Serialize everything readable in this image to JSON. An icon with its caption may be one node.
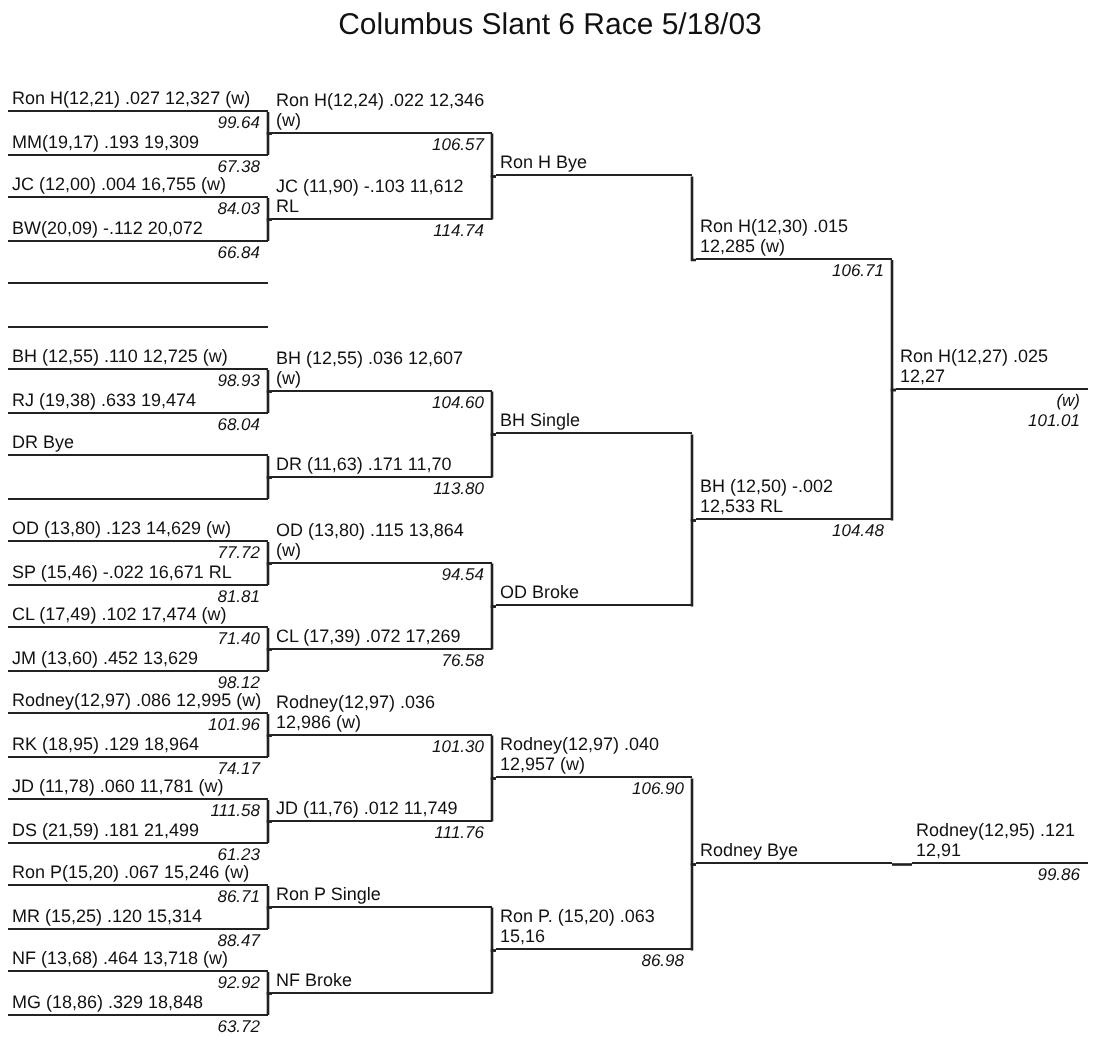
{
  "diagram": {
    "title": "Columbus Slant 6 Race 5/18/03",
    "nodes": [
      {
        "text": [
          "Ron H(12,21) .027 12,327 (w)"
        ],
        "beside": [
          "99.64"
        ]
      },
      {
        "text": [
          "MM(19,17) .193 19,309"
        ],
        "beside": [
          "67.38"
        ]
      },
      {
        "text": [
          "JC (12,00) .004 16,755 (w)"
        ],
        "beside": [
          "84.03"
        ]
      },
      {
        "text": [
          "BW(20,09) -.112 20,072"
        ],
        "beside": [
          "66.84"
        ]
      },
      {
        "text": [],
        "shape": "bar"
      },
      {
        "text": [],
        "shape": "bar"
      },
      {
        "text": [
          "BH (12,55) .110 12,725 (w)"
        ],
        "beside": [
          "98.93"
        ]
      },
      {
        "text": [
          "RJ (19,38) .633 19,474"
        ],
        "beside": [
          "68.04"
        ]
      },
      {
        "text": [
          "DR Bye"
        ]
      },
      {
        "text": [],
        "shape": "bar"
      },
      {
        "text": [
          "OD (13,80) .123 14,629 (w)"
        ],
        "beside": [
          "77.72"
        ]
      },
      {
        "text": [
          "SP (15,46) -.022 16,671 RL"
        ],
        "beside": [
          "81.81"
        ]
      },
      {
        "text": [
          "CL (17,49) .102 17,474 (w)"
        ],
        "beside": [
          "71.40"
        ]
      },
      {
        "text": [
          "JM (13,60) .452 13,629"
        ],
        "beside": [
          "98.12"
        ]
      },
      {
        "text": [
          "Rodney(12,97) .086 12,995 (w)"
        ],
        "beside": [
          "101.96"
        ]
      },
      {
        "text": [
          "RK (18,95) .129 18,964"
        ],
        "beside": [
          "74.17"
        ]
      },
      {
        "text": [
          "JD (11,78) .060 11,781 (w)"
        ],
        "beside": [
          "111.58"
        ]
      },
      {
        "text": [
          "DS (21,59) .181 21,499"
        ],
        "beside": [
          "61.23"
        ]
      },
      {
        "text": [
          "Ron P(15,20) .067 15,246 (w)"
        ],
        "beside": [
          "86.71"
        ]
      },
      {
        "text": [
          "MR (15,25) .120 15,314"
        ],
        "beside": [
          "88.47"
        ]
      },
      {
        "text": [
          "NF (13,68) .464 13,718 (w)"
        ],
        "beside": [
          "92.92"
        ]
      },
      {
        "text": [
          "MG (18,86) .329 18,848"
        ],
        "beside": [
          "63.72"
        ]
      },
      {
        "text": [
          "Ron H(12,24) .022 12,346 (w)"
        ],
        "beside": [
          "106.57"
        ]
      },
      {
        "text": [
          "JC (11,90) -.103 11,612 RL"
        ],
        "beside": [
          "114.74"
        ]
      },
      {
        "text": [
          "BH (12,55) .036 12,607 (w)"
        ],
        "beside": [
          "104.60"
        ]
      },
      {
        "text": [
          "DR (11,63) .171 11,70"
        ],
        "beside": [
          "113.80"
        ]
      },
      {
        "text": [
          "OD (13,80) .115 13,864 (w)"
        ],
        "beside": [
          "94.54"
        ]
      },
      {
        "text": [
          "CL (17,39) .072 17,269"
        ],
        "beside": [
          "76.58"
        ]
      },
      {
        "text": [
          "Rodney(12,97) .036 12,986 (w)"
        ],
        "beside": [
          "101.30"
        ]
      },
      {
        "text": [
          "JD (11,76) .012 11,749"
        ],
        "beside": [
          "111.76"
        ]
      },
      {
        "text": [
          "Ron P Single"
        ]
      },
      {
        "text": [
          "NF Broke"
        ]
      },
      {
        "text": [
          "Ron H Bye"
        ]
      },
      {
        "text": [
          "BH Single"
        ]
      },
      {
        "text": [
          "OD Broke"
        ]
      },
      {
        "text": [
          "Rodney(12,97) .040 12,957 (w)"
        ],
        "beside": [
          "106.90"
        ]
      },
      {
        "text": [
          "Ron P. (15,20) .063 15,16"
        ],
        "beside": [
          "86.98"
        ]
      },
      {
        "text": [
          "Ron H(12,30) .015 12,285 (w)"
        ],
        "beside": [
          "106.71"
        ]
      },
      {
        "text": [
          "BH (12,50) -.002 12,533 RL"
        ],
        "beside": [
          "104.48"
        ]
      },
      {
        "text": [
          "Rodney Bye"
        ]
      },
      {
        "text": [
          "Ron H(12,27) .025 12,27"
        ],
        "beside": [
          "(w)",
          "101.01"
        ]
      },
      {
        "text": [
          "Rodney(12,95) .121 12,91"
        ],
        "beside": [
          "99.86"
        ]
      }
    ],
    "edges": [
      {
        "from": 0,
        "to": 22,
        "arrow": "none"
      },
      {
        "from": 1,
        "to": 22,
        "arrow": "none"
      },
      {
        "from": 2,
        "to": 23,
        "arrow": "none"
      },
      {
        "from": 3,
        "to": 23,
        "arrow": "none"
      },
      {
        "from": 6,
        "to": 24,
        "arrow": "none"
      },
      {
        "from": 7,
        "to": 24,
        "arrow": "none"
      },
      {
        "from": 8,
        "to": 25,
        "arrow": "none"
      },
      {
        "from": 9,
        "to": 25,
        "arrow": "none"
      },
      {
        "from": 10,
        "to": 26,
        "arrow": "none"
      },
      {
        "from": 11,
        "to": 26,
        "arrow": "none"
      },
      {
        "from": 12,
        "to": 27,
        "arrow": "none"
      },
      {
        "from": 13,
        "to": 27,
        "arrow": "none"
      },
      {
        "from": 14,
        "to": 28,
        "arrow": "none"
      },
      {
        "from": 15,
        "to": 28,
        "arrow": "none"
      },
      {
        "from": 16,
        "to": 29,
        "arrow": "none"
      },
      {
        "from": 17,
        "to": 29,
        "arrow": "none"
      },
      {
        "from": 18,
        "to": 30,
        "arrow": "none"
      },
      {
        "from": 19,
        "to": 30,
        "arrow": "none"
      },
      {
        "from": 20,
        "to": 31,
        "arrow": "none"
      },
      {
        "from": 21,
        "to": 31,
        "arrow": "none"
      },
      {
        "from": 22,
        "to": 32,
        "arrow": "none"
      },
      {
        "from": 23,
        "to": 32,
        "arrow": "none"
      },
      {
        "from": 24,
        "to": 33,
        "arrow": "none"
      },
      {
        "from": 25,
        "to": 33,
        "arrow": "none"
      },
      {
        "from": 26,
        "to": 34,
        "arrow": "none"
      },
      {
        "from": 27,
        "to": 34,
        "arrow": "none"
      },
      {
        "from": 28,
        "to": 35,
        "arrow": "none"
      },
      {
        "from": 29,
        "to": 35,
        "arrow": "none"
      },
      {
        "from": 30,
        "to": 36,
        "arrow": "none"
      },
      {
        "from": 31,
        "to": 36,
        "arrow": "none"
      },
      {
        "from": 32,
        "to": 37,
        "arrow": "none"
      },
      {
        "from": 33,
        "to": 38,
        "arrow": "none"
      },
      {
        "from": 34,
        "to": 38,
        "arrow": "none"
      },
      {
        "from": 35,
        "to": 39,
        "arrow": "none"
      },
      {
        "from": 36,
        "to": 39,
        "arrow": "none"
      },
      {
        "from": 37,
        "to": 40,
        "arrow": "none"
      },
      {
        "from": 38,
        "to": 40,
        "arrow": "none"
      },
      {
        "from": 39,
        "to": 41,
        "arrow": "none"
      }
    ]
  }
}
